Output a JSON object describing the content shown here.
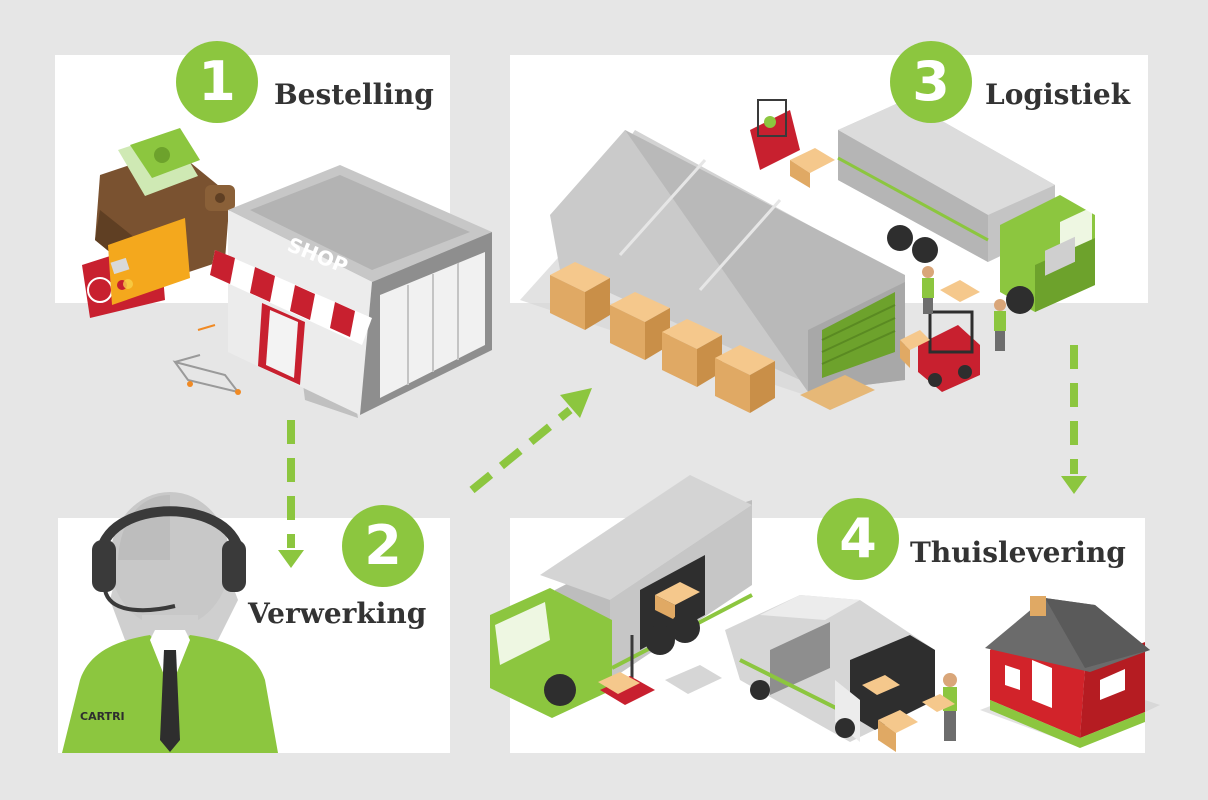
{
  "steps": [
    {
      "number": "1",
      "title": "Bestelling"
    },
    {
      "number": "2",
      "title": "Verwerking"
    },
    {
      "number": "3",
      "title": "Logistiek"
    },
    {
      "number": "4",
      "title": "Thuislevering"
    }
  ],
  "shop_sign": "SHOP",
  "agent_logo": "CARTRI",
  "colors": {
    "accent_green": "#8cc63f",
    "background": "#e6e6e6",
    "panel": "#ffffff",
    "title_text": "#333333",
    "shop_red": "#c8202f",
    "house_red": "#d2232a"
  }
}
